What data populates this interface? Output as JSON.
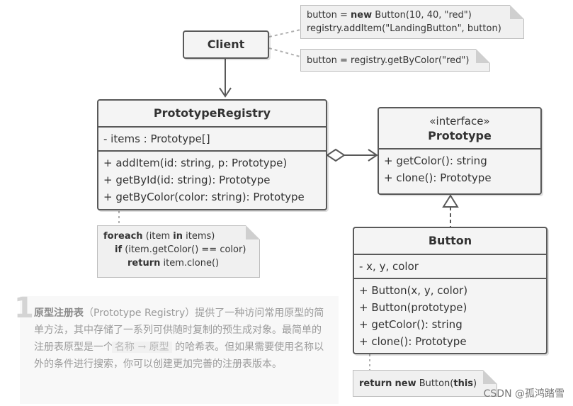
{
  "client": {
    "title": "Client"
  },
  "notes": {
    "client_note1": {
      "line1_a": "button = ",
      "line1_kw": "new",
      "line1_b": " Button(10, 40, \"red\")",
      "line2": "registry.addItem(\"LandingButton\", button)"
    },
    "client_note2": {
      "line1": "button = registry.getByColor(\"red\")"
    },
    "registry_note": {
      "l1_kw": "foreach",
      "l1_a": " (item ",
      "l1_kw2": "in",
      "l1_b": " items)",
      "l2_kw": "if",
      "l2_a": " (item.getColor() == color)",
      "l3_kw": "return",
      "l3_a": " item.clone()"
    },
    "button_note": {
      "kw1": "return",
      "kw2": "new",
      "mid": " Button(",
      "kw3": "this",
      "end": ")"
    }
  },
  "registry": {
    "title": "PrototypeRegistry",
    "fields": [
      "- items : Prototype[]"
    ],
    "methods": [
      "+ addItem(id: string, p: Prototype)",
      "+ getById(id: string): Prototype",
      "+ getByColor(color: string): Prototype"
    ]
  },
  "prototype": {
    "stereotype": "«interface»",
    "title": "Prototype",
    "methods": [
      "+ getColor(): string",
      "+ clone(): Prototype"
    ]
  },
  "button": {
    "title": "Button",
    "fields": [
      "- x, y, color"
    ],
    "methods": [
      "+ Button(x, y, color)",
      "+ Button(prototype)",
      "+ getColor(): string",
      "+ clone(): Prototype"
    ]
  },
  "description": {
    "number": "1",
    "term": "原型注册表",
    "part1": "（Prototype Registry）提供了一种访问常用原型的简单方法，其中存储了一系列可供随时复制的预生成对象。最简单的注册表原型是一个",
    "mapping": "名称 → 原型",
    "part2": "的哈希表。但如果需要使用名称以外的条件进行搜索，你可以创建更加完善的注册表版本。"
  },
  "watermark": "CSDN @孤鸿踏雪",
  "colors": {
    "border": "#595959",
    "fill": "#f4f4f4",
    "note_fill": "#f0f0f0",
    "desc_text": "#9a9a9a"
  }
}
